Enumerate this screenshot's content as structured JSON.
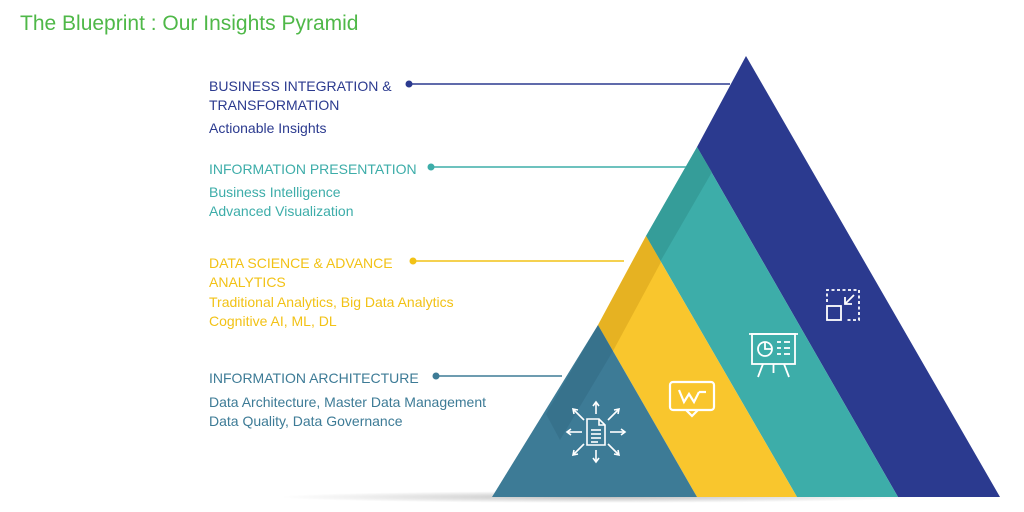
{
  "title": "The Blueprint : Our Insights Pyramid",
  "colors": {
    "title": "#4fb848",
    "tier1": "#2b3a8f",
    "tier2": "#3dada9",
    "tier3": "#f2c216",
    "tier4": "#3d7b96"
  },
  "tiers": [
    {
      "heading_lines": [
        "BUSINESS INTEGRATION &",
        "TRANSFORMATION"
      ],
      "items": [
        "Actionable Insights"
      ],
      "icon": "minimize-arrows-icon"
    },
    {
      "heading_lines": [
        "INFORMATION PRESENTATION"
      ],
      "items": [
        "Business Intelligence",
        "Advanced Visualization"
      ],
      "icon": "presentation-board-icon"
    },
    {
      "heading_lines": [
        "DATA SCIENCE & ADVANCE",
        "ANALYTICS"
      ],
      "items": [
        "Traditional Analytics, Big Data Analytics",
        "Cognitive AI, ML, DL"
      ],
      "icon": "monitor-chart-icon"
    },
    {
      "heading_lines": [
        "INFORMATION ARCHITECTURE"
      ],
      "items": [
        "Data Architecture, Master Data Management",
        "Data Quality, Data Governance"
      ],
      "icon": "document-network-icon"
    }
  ]
}
